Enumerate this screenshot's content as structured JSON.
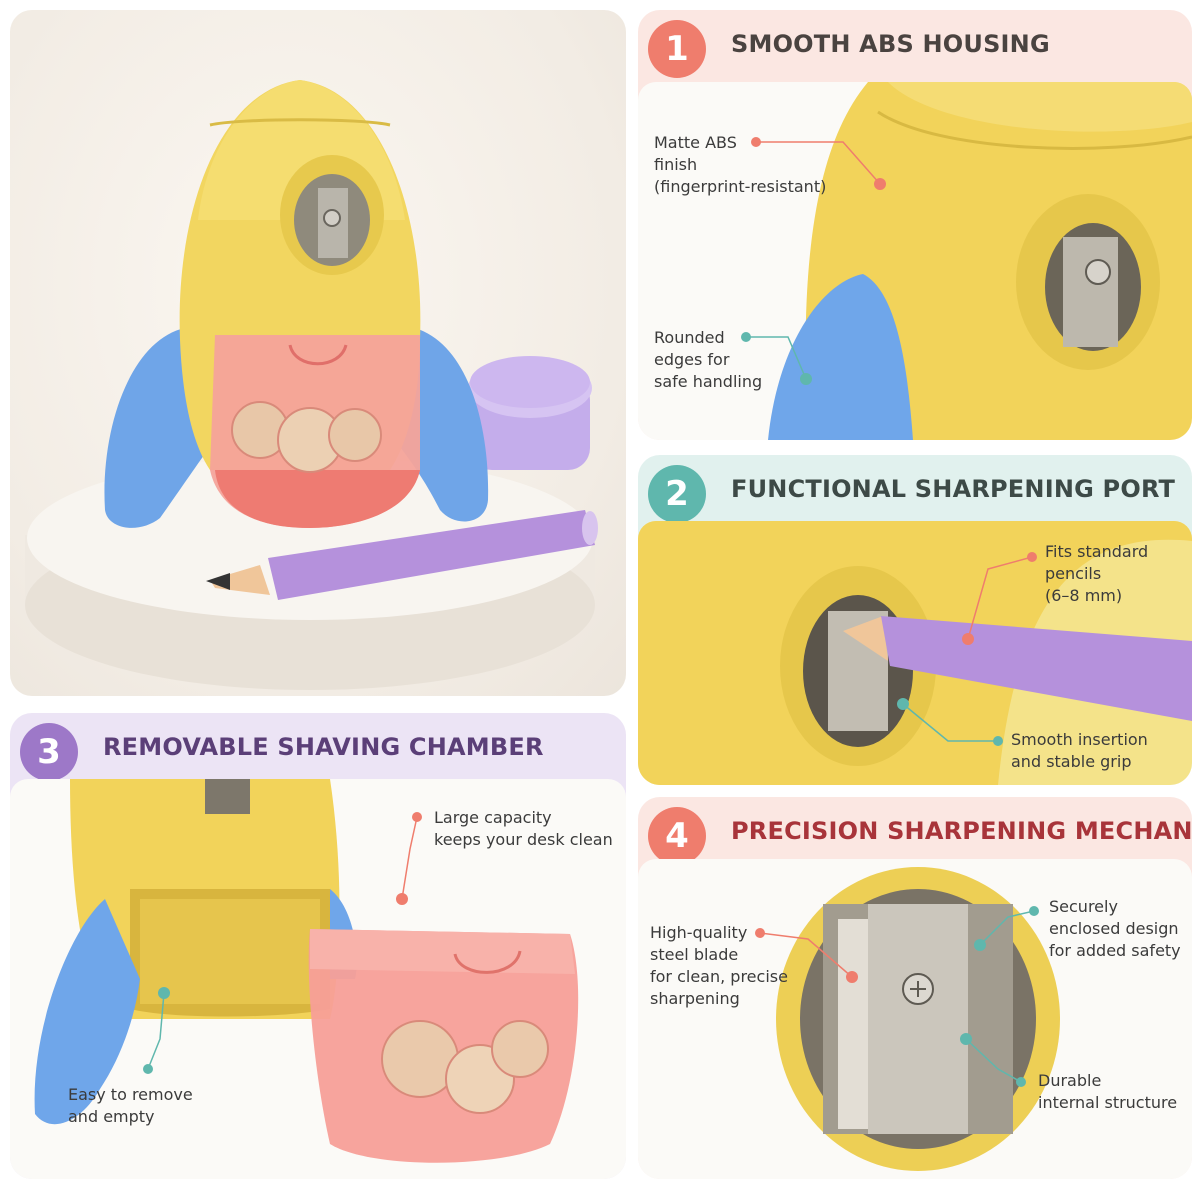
{
  "colors": {
    "coral": "#ef7d6d",
    "teal": "#5fb7ad",
    "purple": "#9d78c8",
    "title_dark": "#4a4340",
    "title_teal": "#3d4a47",
    "title_purple": "#5b3f78",
    "title_red": "#a8343a"
  },
  "hero": {
    "image": "rocket-pencil-sharpener-photo"
  },
  "sections": [
    {
      "number": "1",
      "title": "SMOOTH ABS HOUSING",
      "callouts": [
        "Matte ABS\nfinish\n(fingerprint-resistant)",
        "Rounded\nedges for\nsafe handling"
      ]
    },
    {
      "number": "2",
      "title": "FUNCTIONAL SHARPENING PORT",
      "callouts": [
        "Fits standard\npencils\n(6–8 mm)",
        "Smooth insertion\nand stable grip"
      ]
    },
    {
      "number": "3",
      "title": "REMOVABLE SHAVING CHAMBER",
      "callouts": [
        "Large capacity\nkeeps your desk clean",
        "Easy to remove\nand empty"
      ]
    },
    {
      "number": "4",
      "title": "PRECISION SHARPENING MECHANISM",
      "callouts": [
        "High-quality\nsteel blade\nfor clean, precise\nsharpening",
        "Securely\nenclosed design\nfor added safety",
        "Durable\ninternal structure"
      ]
    }
  ]
}
